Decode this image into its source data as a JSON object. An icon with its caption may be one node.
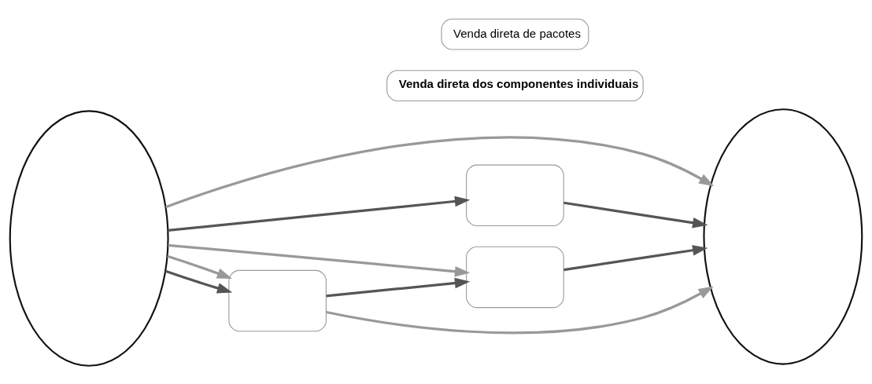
{
  "diagram": {
    "nodes": [
      {
        "text": [],
        "shape": "ellipse"
      },
      {
        "text": [
          "Venda direta dos componentes individuais"
        ]
      },
      {
        "text": [],
        "shape": "ellipse"
      },
      {
        "text": [],
        "shape": "box"
      },
      {
        "text": [],
        "shape": "box"
      },
      {
        "text": [],
        "shape": "box"
      },
      {
        "text": [
          "Venda direta de pacotes"
        ]
      }
    ],
    "edges": [
      {
        "from": 0,
        "to": 2,
        "arrow": "to",
        "color": "#999999"
      },
      {
        "from": 0,
        "to": 3,
        "arrow": "to"
      },
      {
        "from": 3,
        "to": 2,
        "arrow": "to"
      },
      {
        "from": 0,
        "to": 4,
        "arrow": "to",
        "color": "#999999"
      },
      {
        "from": 4,
        "to": 2,
        "arrow": "to"
      },
      {
        "from": 0,
        "to": 5,
        "arrow": "to"
      },
      {
        "from": 0,
        "to": 5,
        "arrow": "to",
        "color": "#999999"
      },
      {
        "from": 5,
        "to": 4,
        "arrow": "to"
      },
      {
        "from": 5,
        "to": 2,
        "arrow": "to",
        "color": "#999999"
      }
    ]
  }
}
